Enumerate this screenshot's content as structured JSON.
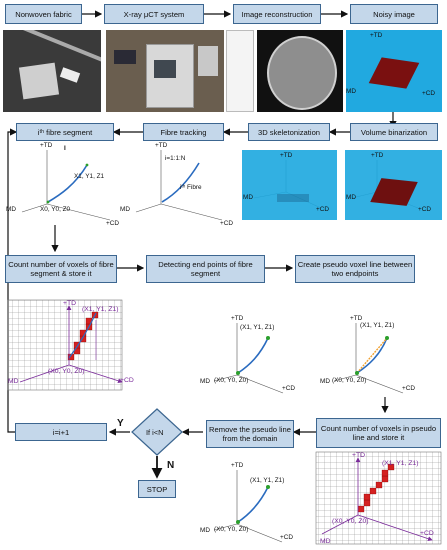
{
  "steps": {
    "nonwoven": "Nonwoven fabric",
    "xray": "X-ray μCT system",
    "recon": "Image reconstruction",
    "noisy": "Noisy image",
    "binarization": "Volume binarization",
    "skeleton": "3D skeletonization",
    "tracking": "Fibre tracking",
    "fibre_segment": "iᵗʰ fibre segment",
    "count_voxels": "Count number of voxels of fibre segment & store it",
    "detect_endpoints": "Detecting end points of fibre segment",
    "pseudo_line": "Create pseudo voxel line between two endpoints",
    "count_pseudo": "Count number of voxels in pseudo line and store it",
    "remove_pseudo": "Remove the pseudo line from the domain",
    "decision": "If i<N",
    "increment": "i=i+1",
    "stop": "STOP"
  },
  "branches": {
    "yes": "Y",
    "no": "N"
  },
  "axes": {
    "td": "+TD",
    "cd": "+CD",
    "md": "MD"
  },
  "points": {
    "start": "X0, Y0, Z0",
    "end": "X1, Y1, Z1",
    "start_paren": "(X0, Y0, Z0)",
    "end_paren": "(X1, Y1, Z1)"
  },
  "loop_label": "i=1:1:N",
  "fibre_label": "iᵗʰ Fibre",
  "cursor_mark": "I",
  "colors": {
    "box_fill": "#c4d7ea",
    "box_border": "#3c6690",
    "arrow": "#111111",
    "fibre": "#2a6bbf",
    "pseudo": "#f0a030",
    "voxel": "#d42020",
    "pointer": "#7a2b9a",
    "volume_bg": "#21a9e0"
  }
}
